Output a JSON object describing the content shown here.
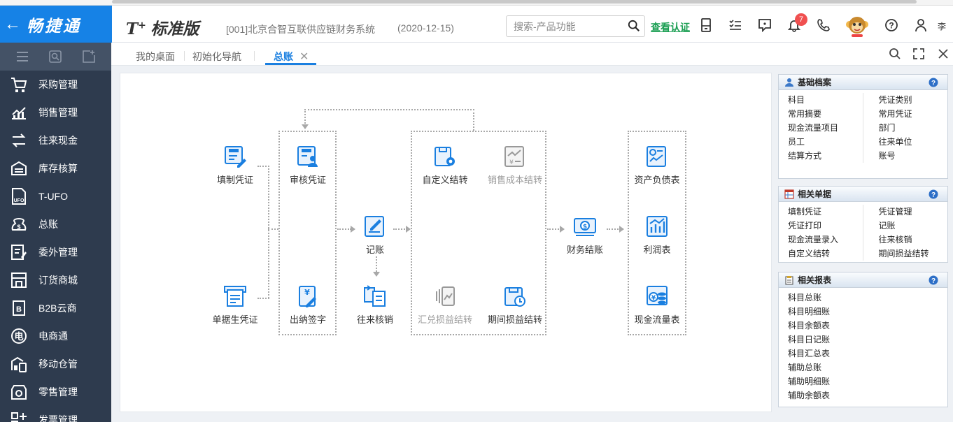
{
  "header": {
    "logo_text": "畅捷通",
    "product_name": "标准版",
    "company": "[001]北京合智互联供应链财务系统",
    "date": "(2020-12-15)",
    "search_placeholder": "搜索-产品功能",
    "auth_link": "查看认证",
    "notification_count": "7",
    "user_name": "李",
    "icons": [
      "calculator-icon",
      "checklist-icon",
      "feedback-icon",
      "bell-icon",
      "phone-icon",
      "monkey-avatar-icon",
      "help-icon",
      "user-icon"
    ]
  },
  "sidebar": {
    "items": [
      {
        "label": "采购管理",
        "icon": "purchase-cart-icon"
      },
      {
        "label": "销售管理",
        "icon": "sales-chart-icon"
      },
      {
        "label": "往来现金",
        "icon": "exchange-icon"
      },
      {
        "label": "库存核算",
        "icon": "inventory-icon"
      },
      {
        "label": "T-UFO",
        "icon": "ufo-icon"
      },
      {
        "label": "总账",
        "icon": "ledger-icon"
      },
      {
        "label": "委外管理",
        "icon": "outsource-icon"
      },
      {
        "label": "订货商城",
        "icon": "store-icon"
      },
      {
        "label": "B2B云商",
        "icon": "b2b-icon"
      },
      {
        "label": "电商通",
        "icon": "ecommerce-icon"
      },
      {
        "label": "移动仓管",
        "icon": "mobile-warehouse-icon"
      },
      {
        "label": "零售管理",
        "icon": "retail-icon"
      },
      {
        "label": "发票管理",
        "icon": "invoice-icon"
      }
    ]
  },
  "tabs": [
    {
      "label": "我的桌面"
    },
    {
      "label": "初始化导航"
    },
    {
      "label": "总账",
      "active": true
    }
  ],
  "flow": {
    "fill_voucher": "填制凭证",
    "doc_voucher": "单据生凭证",
    "audit_voucher": "审核凭证",
    "cashier_sign": "出纳签字",
    "bookkeeping": "记账",
    "ar_ap_writeoff": "往来核销",
    "custom_transfer": "自定义结转",
    "sales_cost_transfer": "销售成本结转",
    "fx_transfer": "汇兑损益结转",
    "period_pl_transfer": "期间损益结转",
    "financial_close": "财务结账",
    "balance_sheet": "资产负债表",
    "income_statement": "利润表",
    "cashflow_statement": "现金流量表"
  },
  "panels": {
    "basic": {
      "title": "基础档案",
      "left": [
        "科目",
        "常用摘要",
        "现金流量项目",
        "员工",
        "结算方式"
      ],
      "right": [
        "凭证类别",
        "常用凭证",
        "部门",
        "往来单位",
        "账号"
      ]
    },
    "docs": {
      "title": "相关单据",
      "left": [
        "填制凭证",
        "凭证打印",
        "现金流量录入",
        "自定义结转"
      ],
      "right": [
        "凭证管理",
        "记账",
        "往来核销",
        "期间损益结转"
      ]
    },
    "reports": {
      "title": "相关报表",
      "items": [
        "科目总账",
        "科目明细账",
        "科目余额表",
        "科目日记账",
        "科目汇总表",
        "辅助总账",
        "辅助明细账",
        "辅助余额表"
      ]
    }
  },
  "colors": {
    "logo_bg": "#1682e6",
    "sidebar_bg": "#2e3b4e",
    "accent": "#1a7fe0",
    "auth_green": "#1a9e52",
    "badge_red": "#f05050"
  }
}
